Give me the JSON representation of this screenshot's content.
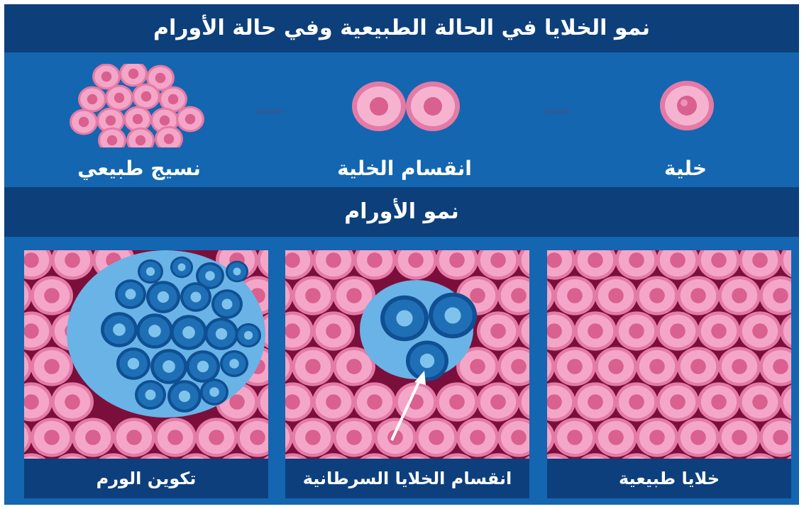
{
  "title": "نمو الخلايا في الحالة الطبيعية وفي حالة الأورام",
  "normal_growth": {
    "stages": [
      {
        "label": "خلية"
      },
      {
        "label": "انقسام الخلية"
      },
      {
        "label": "نسيج طبيعي"
      }
    ]
  },
  "tumor_section": {
    "title": "نمو الأورام",
    "panels": [
      {
        "label": "خلايا طبيعية"
      },
      {
        "label": "انقسام الخلايا السرطانية"
      },
      {
        "label": "تكوين الورم"
      }
    ]
  },
  "colors": {
    "background": "#1466b0",
    "band": "#0d3f7a",
    "normal_cell": "#f4a6c8",
    "normal_nucleus": "#d9608f",
    "cancer_cell": "#1e6fb5",
    "cancer_nucleus": "#7fc3ec",
    "tissue_gap": "#7a0f3c"
  }
}
